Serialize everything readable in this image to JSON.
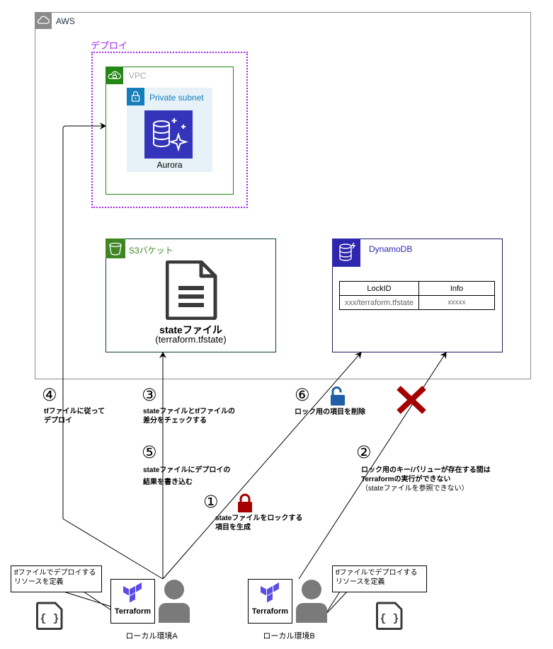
{
  "aws": {
    "label": "AWS",
    "icon": "aws-cloud-icon"
  },
  "deploy": {
    "label": "デプロイ"
  },
  "vpc": {
    "label": "VPC",
    "icon": "vpc-icon"
  },
  "subnet": {
    "label": "Private subnet",
    "icon": "lock-icon"
  },
  "aurora": {
    "label": "Aurora",
    "icon": "aurora-icon"
  },
  "s3": {
    "label": "S3バケット",
    "icon": "bucket-icon",
    "file_title": "stateファイル",
    "file_sub": "(terraform.tfstate)"
  },
  "dynamodb": {
    "label": "DynamoDB",
    "icon": "dynamodb-icon",
    "table": {
      "headers": [
        "LockID",
        "Info"
      ],
      "rows": [
        [
          "xxx/terraform.tfstate",
          "xxxxx"
        ]
      ]
    }
  },
  "steps": {
    "s1": {
      "num": "①",
      "line1": "stateファイルをロックする",
      "line2": "項目を生成"
    },
    "s2": {
      "num": "②",
      "line1": "ロック用のキー/バリューが存在する間は",
      "line2": "Terraformの実行ができない",
      "note": "（stateファイルを参照できない）"
    },
    "s3": {
      "num": "③",
      "line1": "stateファイルとtfファイルの",
      "line2": "差分をチェックする"
    },
    "s4": {
      "num": "④",
      "line1": "tfファイルに従って",
      "line2": "デプロイ"
    },
    "s5": {
      "num": "⑤",
      "line1": "stateファイルにデプロイの",
      "line2": "結果を書き込む"
    },
    "s6": {
      "num": "⑥",
      "line1": "ロック用の項目を削除"
    }
  },
  "local_a": {
    "label": "ローカル環境A",
    "callout_line1": "tfファイルでデプロイする",
    "callout_line2": "リソースを定義",
    "tool": "Terraform"
  },
  "local_b": {
    "label": "ローカル環境B",
    "callout_line1": "tfファイルでデプロイする",
    "callout_line2": "リソースを定義",
    "tool": "Terraform"
  },
  "colors": {
    "deploy": "#a020f0",
    "vpc": "#248814",
    "subnet_fill": "#e6f2f8",
    "aurora": "#3334b9",
    "s3": "#3f8624",
    "dynamodb": "#2e27ad",
    "lock_closed": "#a50000",
    "lock_open": "#1f5fa6",
    "deny_cross": "#a50000",
    "terraform": "#5c4ee5"
  }
}
